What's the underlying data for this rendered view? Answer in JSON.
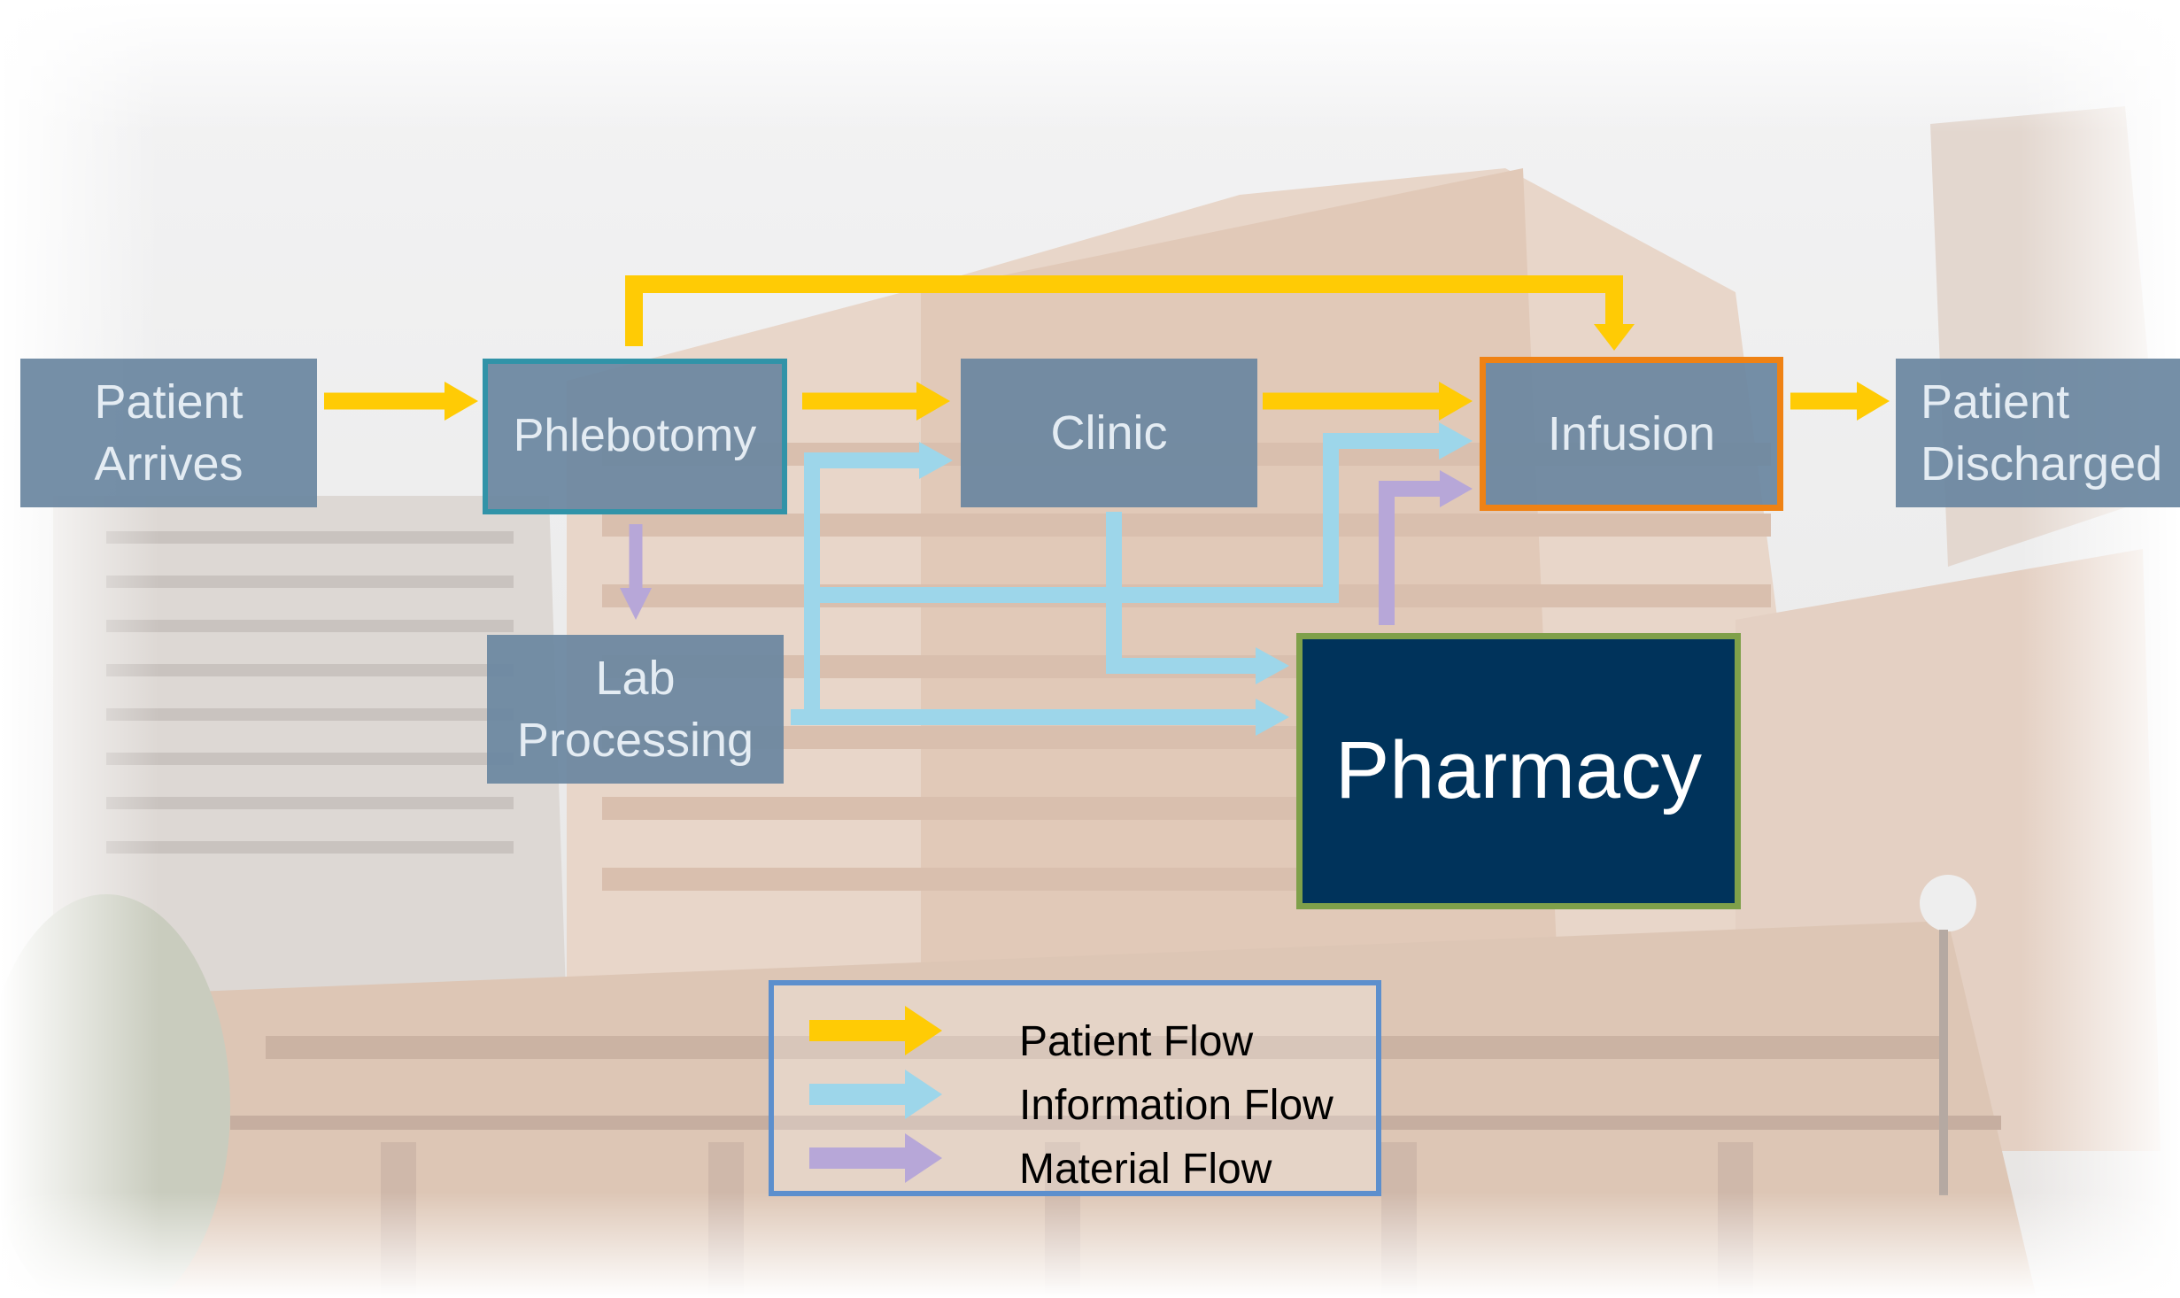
{
  "colors": {
    "patient_flow": "#ffcb05",
    "information_flow": "#9dd6ea",
    "material_flow": "#b7a7d8",
    "node_fill": "#6b86a0",
    "pharmacy_fill": "#00335b",
    "phlebotomy_border": "#3193a8",
    "infusion_border": "#ef8214",
    "pharmacy_border": "#7fa04a",
    "legend_border": "#5c8fcd"
  },
  "nodes": {
    "patient_arrives": "Patient\nArrives",
    "phlebotomy": "Phlebotomy",
    "clinic": "Clinic",
    "infusion": "Infusion",
    "patient_discharged": "Patient\nDischarged",
    "lab_processing": "Lab\nProcessing",
    "pharmacy": "Pharmacy"
  },
  "legend": {
    "patient_flow": "Patient Flow",
    "information_flow": "Information Flow",
    "material_flow": "Material Flow"
  },
  "background_image": "hospital-building-photo"
}
